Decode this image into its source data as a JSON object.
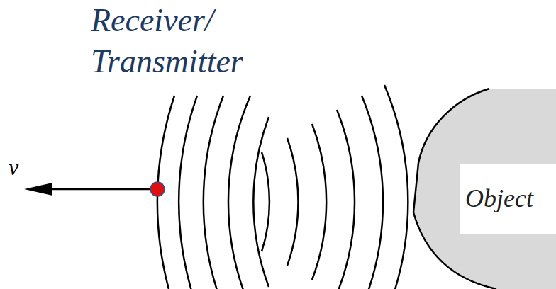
{
  "diagram": {
    "nodes": [
      {
        "text": [
          "Object"
        ]
      }
    ],
    "labels": [
      "Receiver/ Transmitter",
      "v"
    ]
  }
}
